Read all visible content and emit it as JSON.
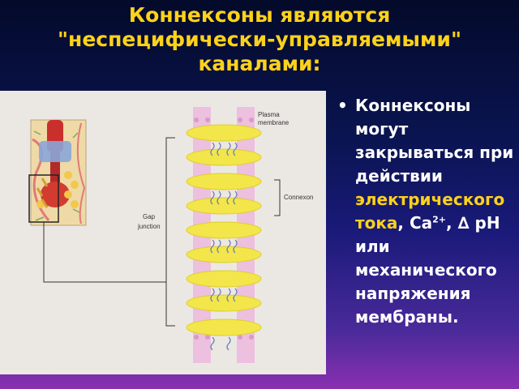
{
  "slide": {
    "title_line1": "Коннексоны являются",
    "title_line2": "\"неспецифически-управляемыми\"",
    "title_line3": "каналами:"
  },
  "figure": {
    "label_plasma": "Plasma",
    "label_membrane": "membrane",
    "label_connexon": "Connexon",
    "label_gap": "Gap",
    "label_junction": "junction"
  },
  "bullet": {
    "marker": "•",
    "t1": "Коннексоны могут закрываться при действии ",
    "t2_highlight": "электрического тока",
    "t3": ", ",
    "ca": "Ca",
    "ca_sup": "2+",
    "t4": ", ∆ ",
    "ph": "pH",
    "t5": " или механического напряжения мембраны."
  },
  "colors": {
    "title": "#ffd21a",
    "text": "#ffffff",
    "figure_bg": "#ebe8e4",
    "connexon_yellow": "#f2e64a",
    "membrane_pink": "#e8b0d8"
  }
}
